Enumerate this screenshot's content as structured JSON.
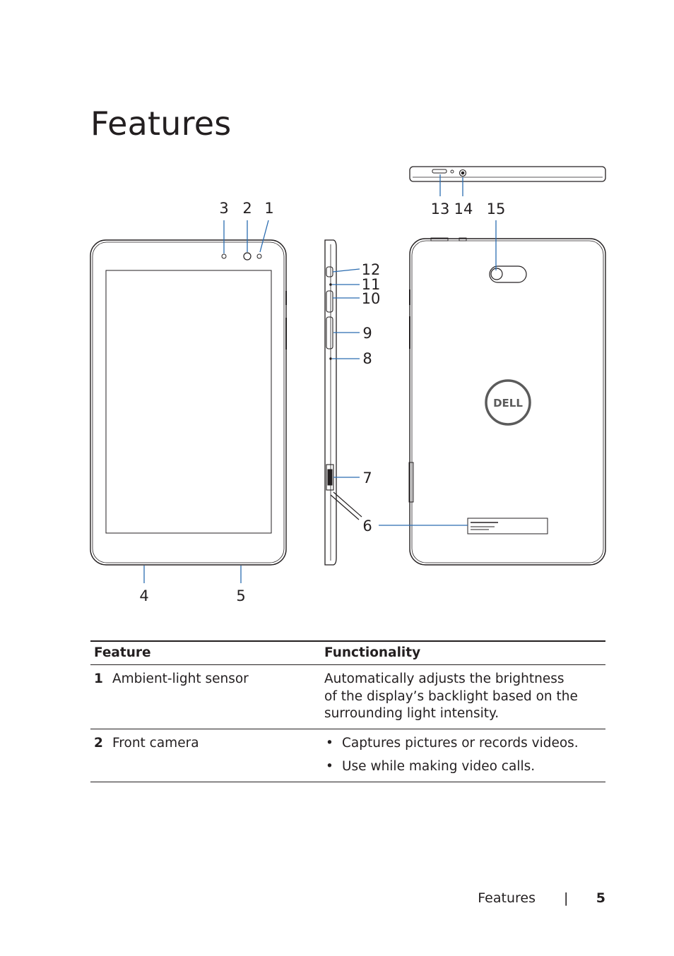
{
  "page": {
    "title": "Features"
  },
  "figure": {
    "callouts": [
      "1",
      "2",
      "3",
      "4",
      "5",
      "6",
      "7",
      "8",
      "9",
      "10",
      "11",
      "12",
      "13",
      "14",
      "15"
    ],
    "logo_text": "DELL"
  },
  "table": {
    "headers": [
      "Feature",
      "Functionality"
    ],
    "rows": [
      {
        "number": "1",
        "feature": "Ambient-light sensor",
        "functionality": [
          "Automatically adjusts the brightness",
          "of the display’s backlight based on the",
          "surrounding light intensity."
        ]
      },
      {
        "number": "2",
        "feature": "Front camera",
        "bullet": "•",
        "bullets": [
          "Captures pictures or records videos.",
          "Use while making video calls."
        ]
      }
    ]
  },
  "footer": {
    "section": "Features",
    "separator": "|",
    "page_number": "5"
  },
  "colors": {
    "text": "#231f20",
    "callout_line": "#2b6cb0"
  }
}
